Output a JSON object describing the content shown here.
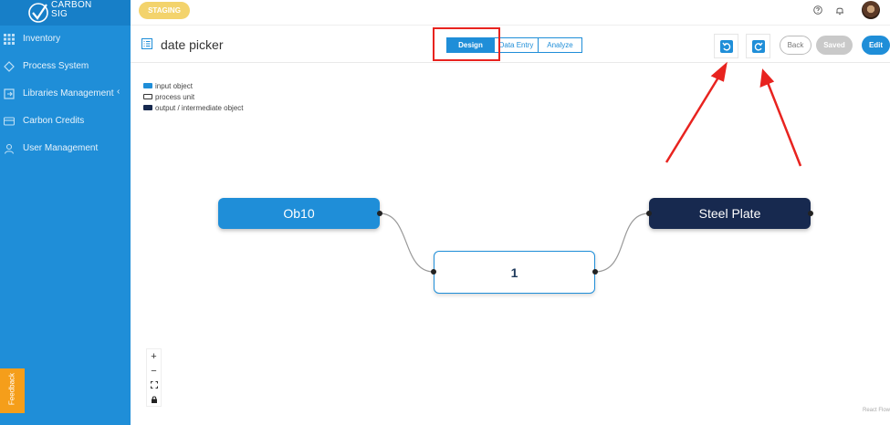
{
  "brand": {
    "line1": "CARBON",
    "line2": "SIG"
  },
  "env_badge": "STAGING",
  "sidebar": {
    "items": [
      {
        "label": "Inventory",
        "icon": "grid-icon"
      },
      {
        "label": "Process System",
        "icon": "process-icon"
      },
      {
        "label": "Libraries Management",
        "icon": "library-icon",
        "chevron": "‹"
      },
      {
        "label": "Carbon Credits",
        "icon": "card-icon"
      },
      {
        "label": "User Management",
        "icon": "user-icon"
      }
    ],
    "feedback": "Feedback"
  },
  "header": {
    "title": "date picker",
    "tabs": [
      "Design",
      "Data Entry",
      "Analyze"
    ],
    "active_tab": "Design",
    "back_label": "Back",
    "saved_label": "Saved",
    "edit_label": "Edit"
  },
  "legend": [
    {
      "label": "input object",
      "color": "#1f8ed8"
    },
    {
      "label": "process unit",
      "color": "#ffffff"
    },
    {
      "label": "output / intermediate object",
      "color": "#17294f"
    }
  ],
  "flow": {
    "input_node": "Ob10",
    "process_node": "1",
    "output_node": "Steel Plate"
  },
  "zoom_controls": {
    "zoom_in": "+",
    "zoom_out": "−"
  },
  "attribution": "React Flow",
  "colors": {
    "accent": "#1f8ed8",
    "output": "#17294f",
    "highlight": "#e8231f",
    "badge": "#f3d36c"
  }
}
